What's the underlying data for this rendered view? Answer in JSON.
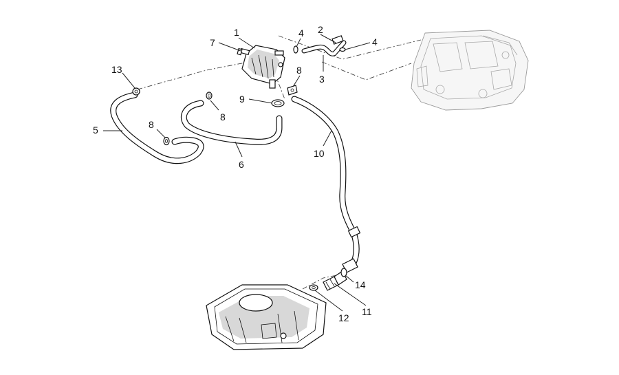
{
  "callouts": [
    {
      "id": "c1",
      "text": "1"
    },
    {
      "id": "c2",
      "text": "2"
    },
    {
      "id": "c3",
      "text": "3"
    },
    {
      "id": "c4a",
      "text": "4"
    },
    {
      "id": "c4b",
      "text": "4"
    },
    {
      "id": "c5",
      "text": "5"
    },
    {
      "id": "c6",
      "text": "6"
    },
    {
      "id": "c7",
      "text": "7"
    },
    {
      "id": "c8a",
      "text": "8"
    },
    {
      "id": "c8b",
      "text": "8"
    },
    {
      "id": "c8c",
      "text": "8"
    },
    {
      "id": "c9",
      "text": "9"
    },
    {
      "id": "c10",
      "text": "10"
    },
    {
      "id": "c11",
      "text": "11"
    },
    {
      "id": "c12",
      "text": "12"
    },
    {
      "id": "c13",
      "text": "13"
    },
    {
      "id": "c14",
      "text": "14"
    }
  ]
}
